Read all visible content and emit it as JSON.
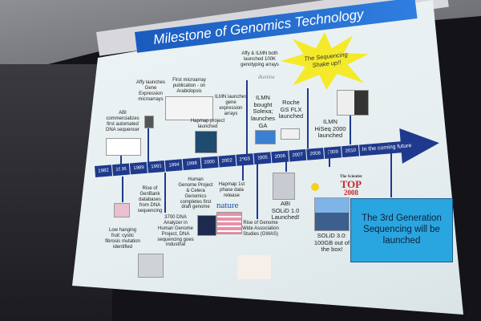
{
  "slide": {
    "title": "Milestone of Genomics Technology",
    "timeline_years": [
      "1982",
      "1986",
      "1989",
      "1991",
      "1994",
      "1998",
      "2000",
      "2002",
      "2003",
      "2005",
      "2006",
      "2007",
      "2008",
      "2009",
      "2010"
    ],
    "future_label": "In the coming future",
    "above": {
      "abi": "ABI commercializes first automated DNA sequencer",
      "affy_gene": "Affy launches Gene Expression microarrays",
      "first_microarray": "First microarray publication - on Arabidopsis",
      "hapmap": "Hapmap project launched",
      "ilmn_gene": "ILMN launches gene expression arrays",
      "affy_ilmn": "Affy & ILMN both launched 100K genotyping arrays",
      "ilmn_solexa": "ILMN bought Solexa; launches GA",
      "roche": "Roche GS FLX launched",
      "hiseq": "ILMN HiSeq 2000 launched",
      "illumina_logo": "illumina"
    },
    "shakeup": "The Sequencing Shake up!!",
    "below": {
      "cf": "Low hanging fruit: cystic fibrosis mutation identified",
      "genbank": "Rise of GenBank databases from DNA sequencing",
      "abi3700": "3700 DNA Analyzer in Human Genome Project, DNA sequencing goes industrial",
      "hgp": "Human Genome Project & Celera Genomics completes first draft genome",
      "hapmap1": "Hapmap 1st phase data release",
      "nature": "nature",
      "gwas": "Rise of Genome Wide Association Studies (GWAS)",
      "solid1": "ABI SOLiD 1.0 Launched!",
      "solid3": "SOLiD 3.0: 100GB out of the box!",
      "top_brand": "The Scientist",
      "top_word": "TOP",
      "top_year": "2008"
    },
    "third_gen": "The 3rd Generation Sequencing will be launched"
  }
}
